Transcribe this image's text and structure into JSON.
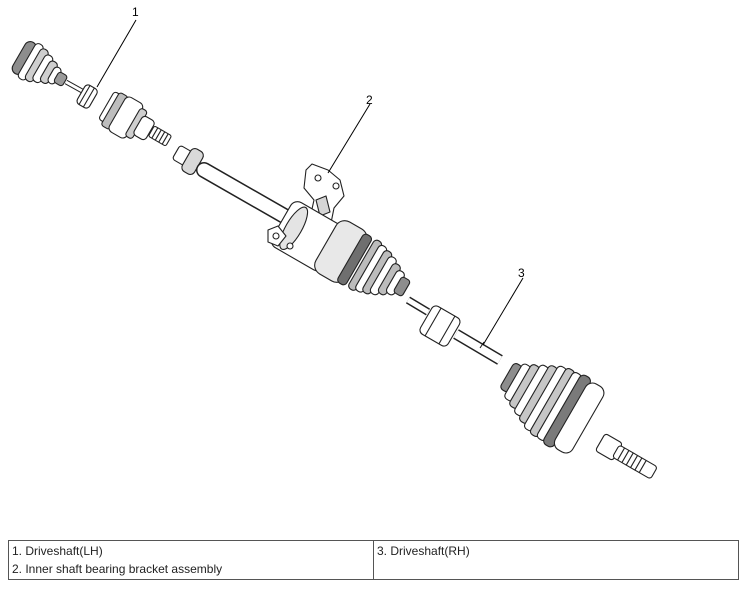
{
  "callouts": {
    "c1": "1",
    "c2": "2",
    "c3": "3"
  },
  "legend": {
    "col1": [
      "1. Driveshaft(LH)",
      "2. Inner shaft bearing bracket assembly"
    ],
    "col2": [
      "3. Driveshaft(RH)"
    ]
  }
}
